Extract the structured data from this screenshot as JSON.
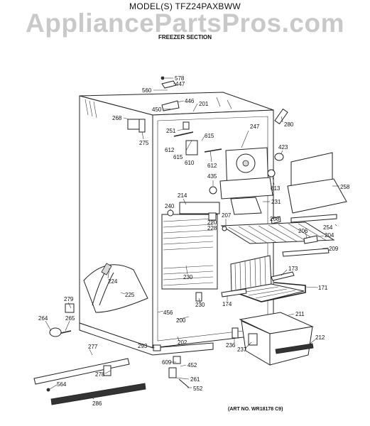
{
  "header": {
    "model": "MODEL(S) TFZ24PAXBWW",
    "watermark": "AppliancePartsPros.com",
    "section": "FREEZER SECTION"
  },
  "footer": {
    "art_no": "(ART NO. WR18178 C9)"
  },
  "parts": [
    "578",
    "447",
    "560",
    "446",
    "450",
    "201",
    "268",
    "275",
    "251",
    "615",
    "612",
    "615",
    "610",
    "612",
    "247",
    "280",
    "423",
    "613",
    "435",
    "258",
    "214",
    "240",
    "207",
    "231",
    "220",
    "228",
    "208",
    "254",
    "206",
    "204",
    "209",
    "224",
    "225",
    "230",
    "173",
    "171",
    "174",
    "230",
    "456",
    "200",
    "279",
    "265",
    "264",
    "211",
    "212",
    "236",
    "237",
    "202",
    "293",
    "277",
    "609",
    "452",
    "278",
    "261",
    "564",
    "552",
    "286"
  ],
  "leader_labels": [
    "578",
    "447",
    "560",
    "446",
    "450",
    "201",
    "268",
    "275",
    "251",
    "615",
    "612",
    "615",
    "610",
    "612",
    "247",
    "280",
    "423",
    "613",
    "435",
    "258",
    "214",
    "240",
    "207",
    "231",
    "220",
    "228",
    "208",
    "254",
    "206",
    "204",
    "209",
    "224",
    "225",
    "230",
    "173",
    "171",
    "174",
    "230",
    "456",
    "200",
    "279",
    "265",
    "264",
    "211",
    "212",
    "236",
    "237",
    "202",
    "293",
    "277",
    "609",
    "452",
    "278",
    "261",
    "564",
    "552",
    "286"
  ]
}
